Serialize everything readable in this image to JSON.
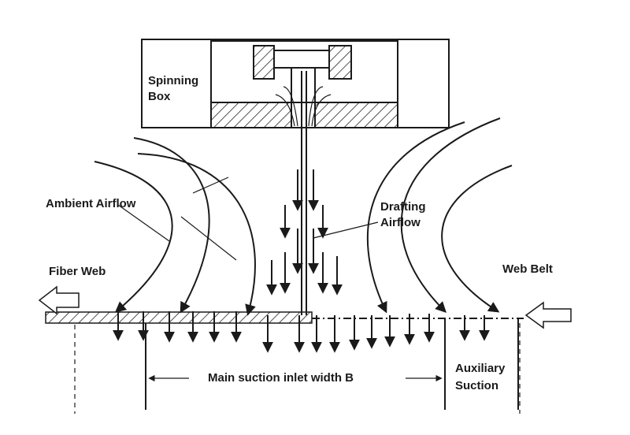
{
  "labels": {
    "spinning_box_1": "Spinning",
    "spinning_box_2": "Box",
    "ambient_airflow": "Ambient Airflow",
    "drafting_airflow_1": "Drafting",
    "drafting_airflow_2": "Airflow",
    "fiber_web": "Fiber Web",
    "web_belt": "Web Belt",
    "main_suction": "Main suction inlet width B",
    "auxiliary_1": "Auxiliary",
    "auxiliary_2": "Suction"
  },
  "colors": {
    "ink": "#1a1a1a",
    "background": "#ffffff"
  }
}
